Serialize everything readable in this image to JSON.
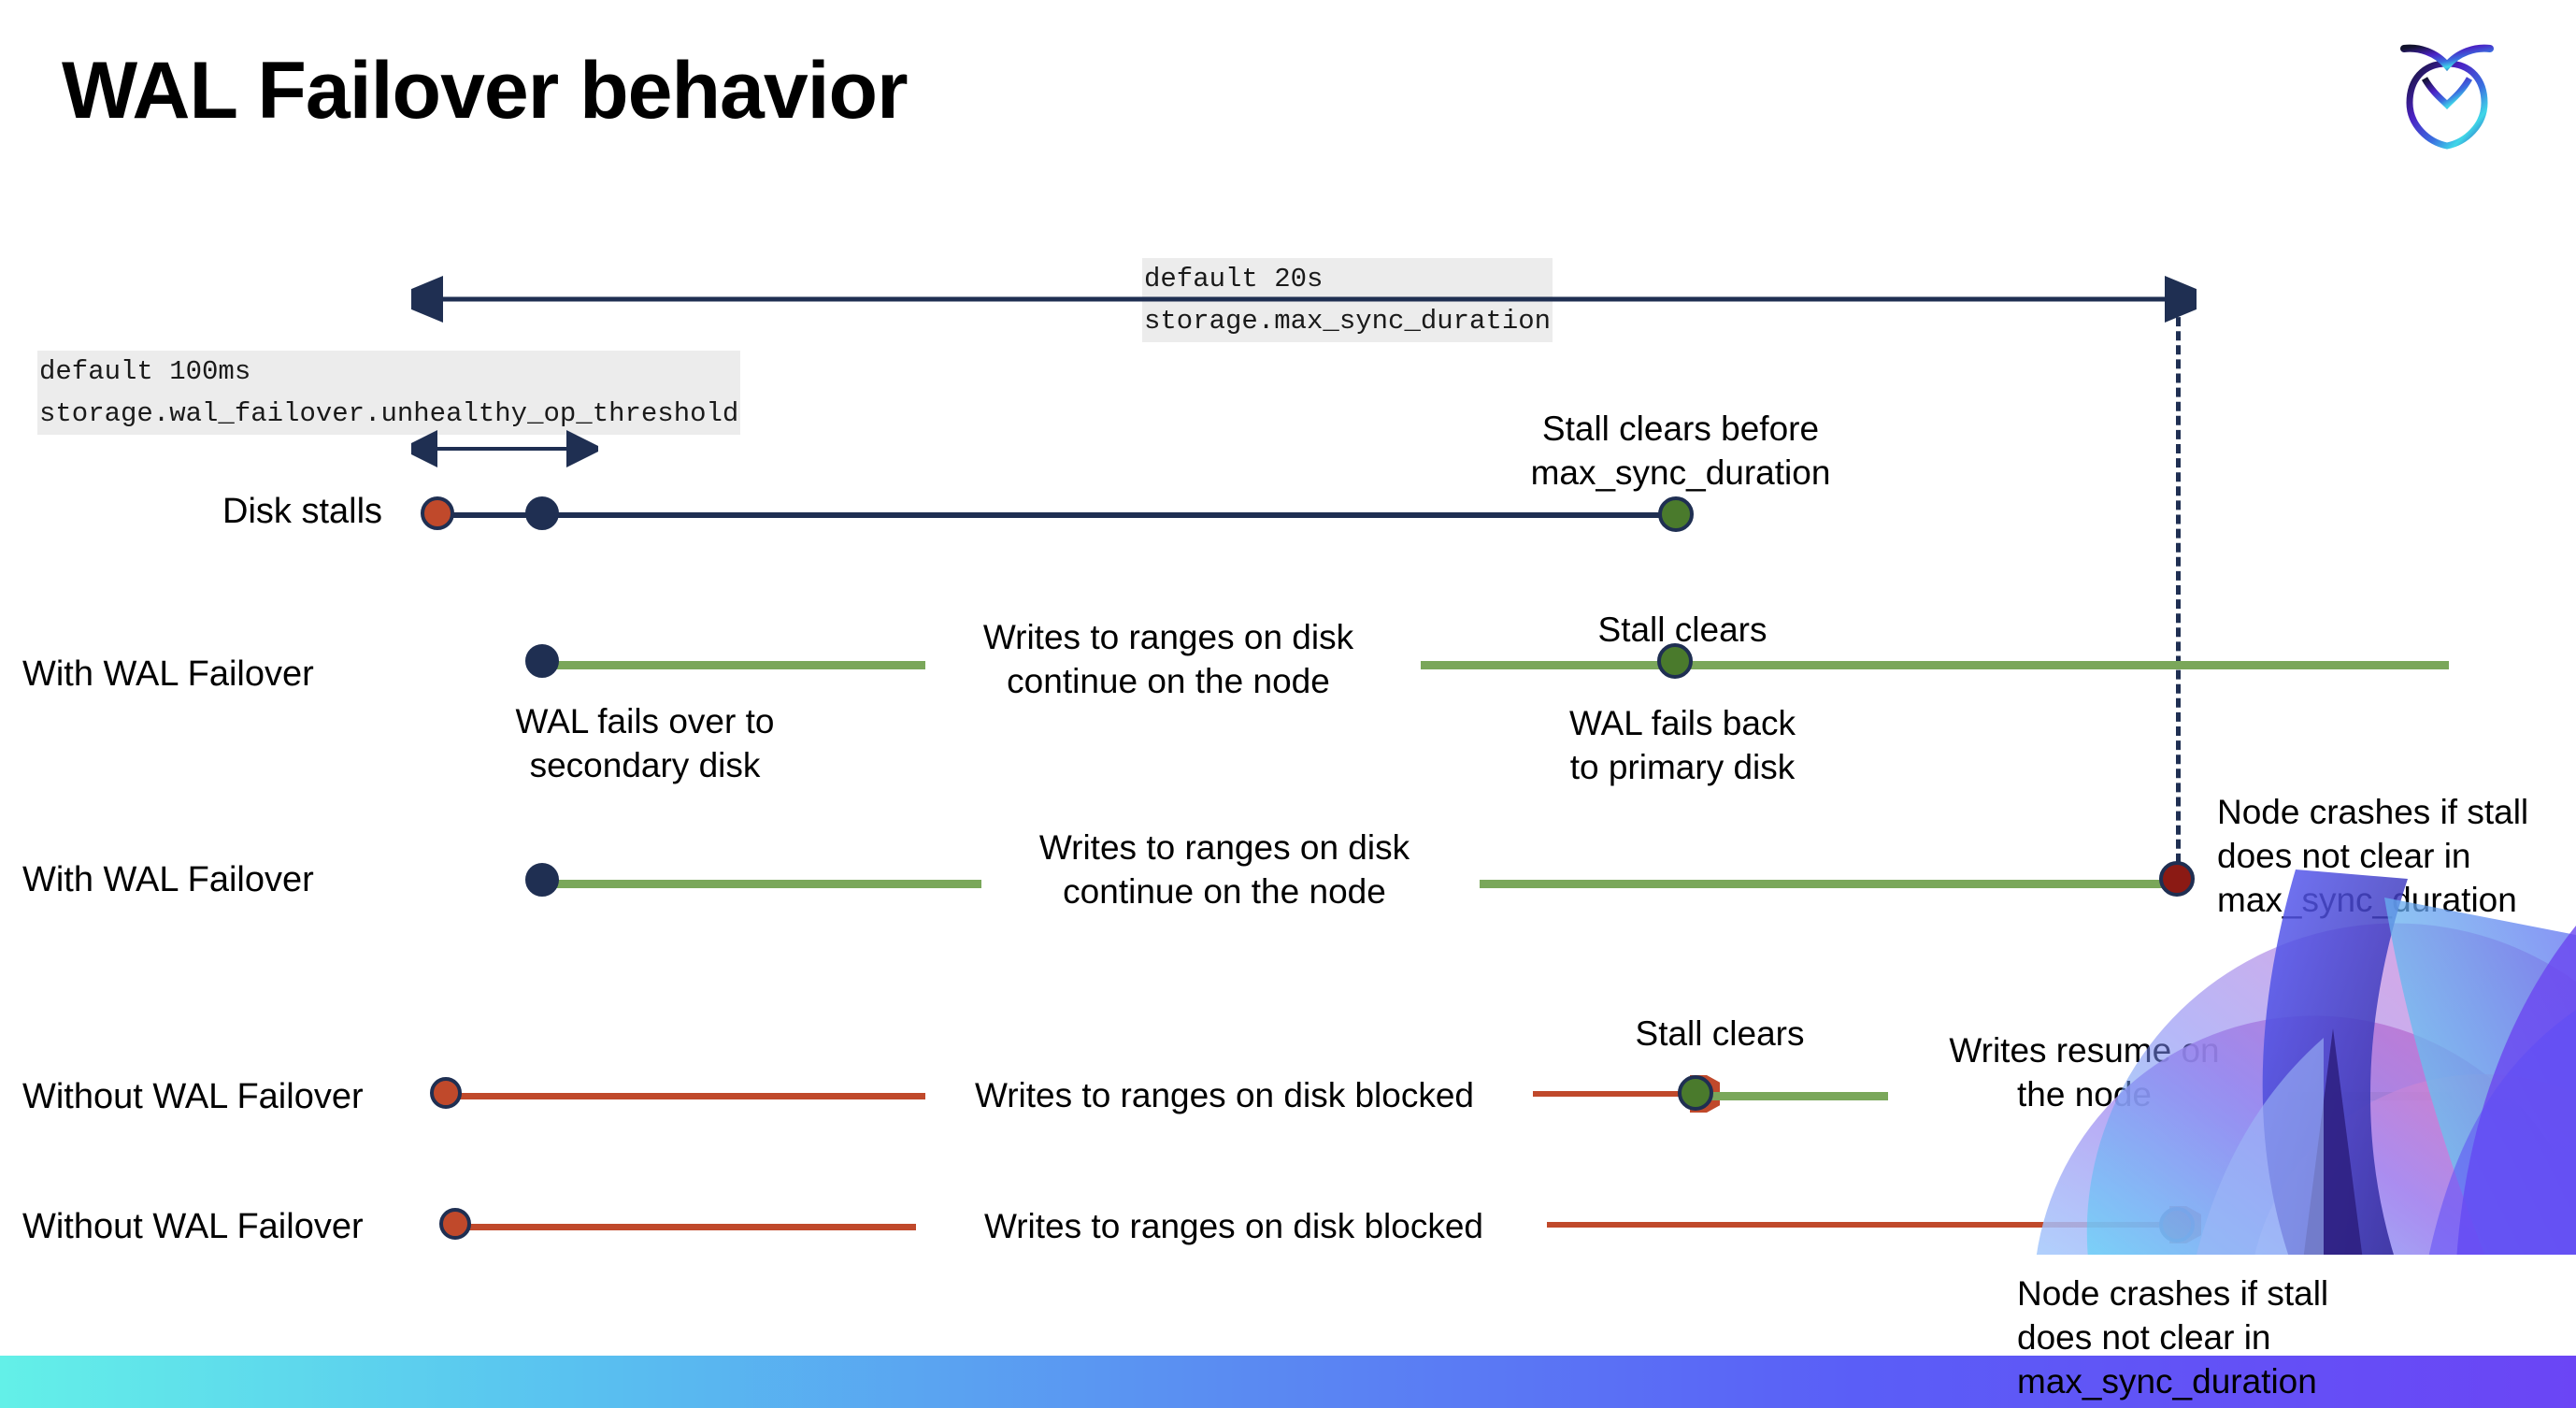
{
  "title": "WAL Failover behavior",
  "logo": {
    "name": "cockroachdb-logo"
  },
  "annotations": {
    "max_sync": {
      "line1": "default 20s",
      "line2": "storage.max_sync_duration"
    },
    "unhealthy": {
      "line1": "default 100ms",
      "line2": "storage.wal_failover.unhealthy_op_threshold"
    }
  },
  "rows": [
    {
      "label": "Disk stalls",
      "notes": [
        "Stall clears before\nmax_sync_duration"
      ]
    },
    {
      "label": "With WAL Failover",
      "notes": [
        "Writes to ranges on disk\ncontinue on the node",
        "Stall clears",
        "WAL fails over to\nsecondary disk",
        "WAL fails  back\nto primary disk"
      ]
    },
    {
      "label": "With WAL Failover",
      "notes": [
        "Writes to ranges on disk\ncontinue on the node",
        "Node crashes if stall\ndoes not clear in\nmax_sync_duration"
      ]
    },
    {
      "label": "Without WAL Failover",
      "notes": [
        "Writes to ranges on disk  blocked",
        "Stall clears",
        "Writes resume on\nthe node"
      ]
    },
    {
      "label": "Without WAL Failover",
      "notes": [
        "Writes to ranges on disk  blocked",
        "Node crashes if stall\ndoes not clear in\nmax_sync_duration"
      ]
    }
  ],
  "text": {
    "stall_clears_before": "Stall clears before\nmax_sync_duration",
    "writes_continue": "Writes to ranges on disk\ncontinue on the node",
    "stall_clears": "Stall clears",
    "wal_fails_over": "WAL fails over to\nsecondary disk",
    "wal_fails_back": "WAL fails  back\nto primary disk",
    "node_crashes": "Node crashes if stall\ndoes not clear in\nmax_sync_duration",
    "writes_blocked": "Writes to ranges on disk  blocked",
    "writes_resume": "Writes resume on\nthe node"
  },
  "colors": {
    "navy": "#1f2f52",
    "red": "#c0492b",
    "green_line": "#7aa75a",
    "green_dot": "#4a7a2c",
    "dark_red": "#8b1a14",
    "code_bg": "#ececec",
    "bar_start": "#63f0e8",
    "bar_end": "#6b45f5"
  }
}
